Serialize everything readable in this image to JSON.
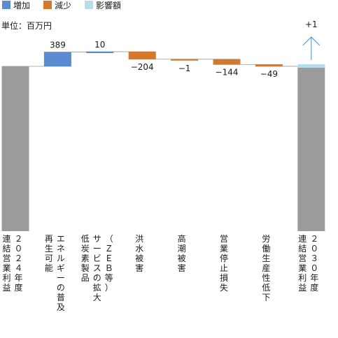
{
  "legend": [
    {
      "key": "increase",
      "label": "増加",
      "color": "#5b8bd0"
    },
    {
      "key": "decrease",
      "label": "減少",
      "color": "#d4782b"
    },
    {
      "key": "impact",
      "label": "影響額",
      "color": "#b7dcea"
    }
  ],
  "unit_label": "単位：百万円",
  "chart_data": {
    "type": "bar",
    "subtype": "waterfall",
    "title": "",
    "xlabel": "",
    "ylabel": "",
    "unit": "百万円",
    "categories": [
      "連結営業利益 2024年度",
      "再生可能エネルギーの普及",
      "低炭素製品サービスの拡大（ZEB等）",
      "洪水被害",
      "高潮被害",
      "営業停止損失",
      "労働生産性低下",
      "連結営業利益 2030年度"
    ],
    "category_columns": [
      [
        "連結営業利益",
        "２０２４年度"
      ],
      [
        "再生可能",
        "エネルギーの普及"
      ],
      [
        "低炭素製品",
        "サービスの拡大",
        "（ＺＥＢ等）"
      ],
      [
        "洪水被害"
      ],
      [
        "高潮被害"
      ],
      [
        "営業停止損失"
      ],
      [
        "労働生産性低下"
      ],
      [
        "連結営業利益",
        "２０３０年度"
      ]
    ],
    "deltas": [
      null,
      389,
      10,
      -204,
      -1,
      -144,
      -49,
      null
    ],
    "value_labels": [
      "",
      "389",
      "10",
      "−204",
      "−1",
      "−144",
      "−49",
      ""
    ],
    "kinds": [
      "total",
      "increase",
      "increase",
      "decrease",
      "decrease",
      "decrease",
      "decrease",
      "total"
    ],
    "total_color": "#9b9b9b",
    "final_impact_label": "+1",
    "final_impact": 1,
    "arrow": "up",
    "arrow_color": "#4a90c8",
    "grid": false,
    "legend_position": "top-left"
  }
}
